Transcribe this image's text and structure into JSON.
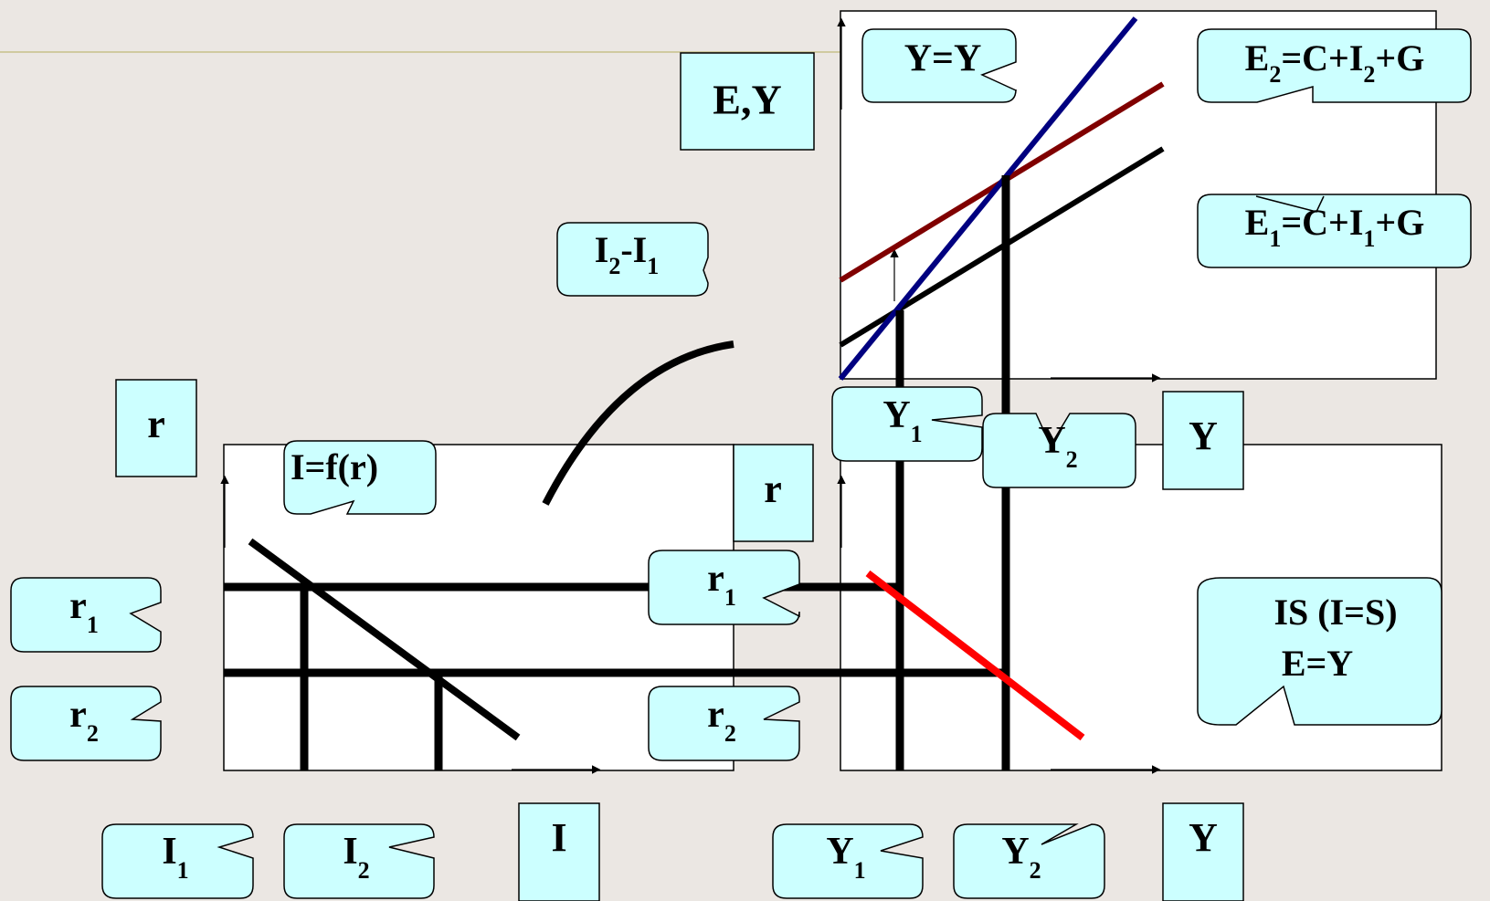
{
  "diagram": {
    "axes": {
      "ey": "E,Y",
      "y_top": "Y",
      "r_left": "r",
      "r_mid": "r",
      "i": "I",
      "y_bottom": "Y"
    },
    "callouts": {
      "y_eq_y": "Y=Y",
      "e2": {
        "main": "E",
        "sub": "2",
        "rest": "=C+I",
        "sub2": "2",
        "rest2": "+G"
      },
      "e1": {
        "main": "E",
        "sub": "1",
        "rest": "=C+I",
        "sub2": "1",
        "rest2": "+G"
      },
      "i_diff": {
        "main": "I",
        "sub": "2",
        "rest": "-I",
        "sub2": "1"
      },
      "i_func": "I=f(r)",
      "is_line1": "IS (I=S)",
      "is_line2": "E=Y",
      "y1_top": {
        "main": "Y",
        "sub": "1"
      },
      "y2_top": {
        "main": "Y",
        "sub": "2"
      },
      "r1_left": {
        "main": "r",
        "sub": "1"
      },
      "r2_left": {
        "main": "r",
        "sub": "2"
      },
      "r1_mid": {
        "main": "r",
        "sub": "1"
      },
      "r2_mid": {
        "main": "r",
        "sub": "2"
      },
      "i1": {
        "main": "I",
        "sub": "1"
      },
      "i2": {
        "main": "I",
        "sub": "2"
      },
      "y1_bottom": {
        "main": "Y",
        "sub": "1"
      },
      "y2_bottom": {
        "main": "Y",
        "sub": "2"
      }
    },
    "colors": {
      "background": "#ebe7e3",
      "callout_fill": "#ccffff",
      "panel_fill": "#ffffff",
      "line_black": "#000000",
      "line_e2": "#800000",
      "line_yy": "#000080",
      "line_is": "#ff0000",
      "header_rule": "#c8c08a"
    }
  }
}
